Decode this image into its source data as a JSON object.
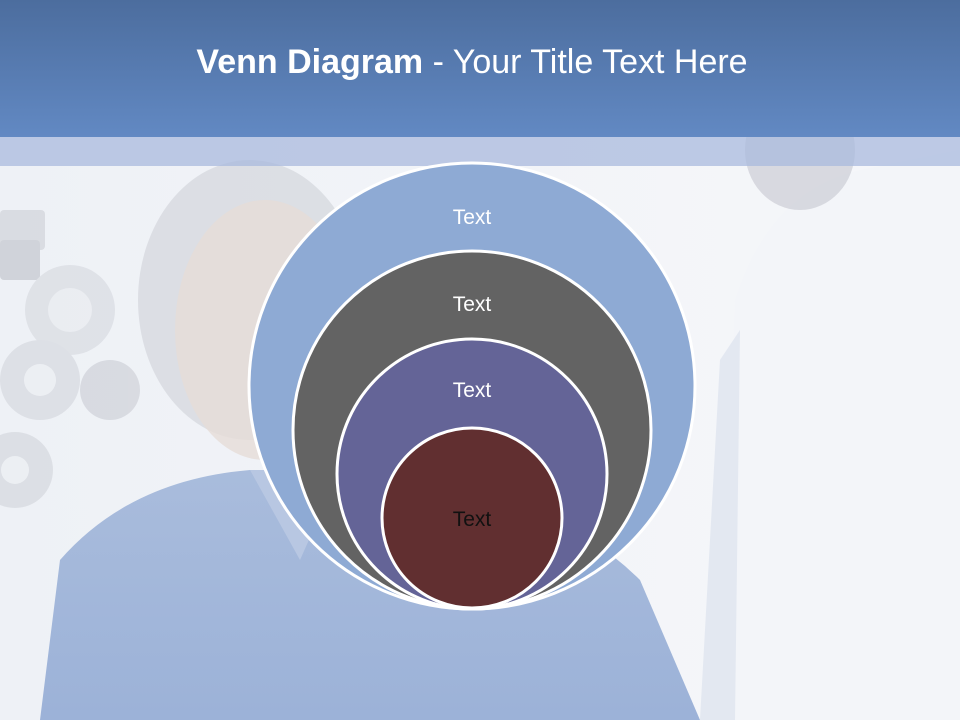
{
  "slide": {
    "title_bold": "Venn Diagram",
    "title_rest": " - Your Title Text Here"
  },
  "diagram": {
    "type": "nested-circles",
    "circles": [
      {
        "label": "Text",
        "fill": "#8eaad4",
        "text_color": "#ffffff"
      },
      {
        "label": "Text",
        "fill": "#636363",
        "text_color": "#ffffff"
      },
      {
        "label": "Text",
        "fill": "#646497",
        "text_color": "#ffffff"
      },
      {
        "label": "Text",
        "fill": "#612f30",
        "text_color": "#111111"
      }
    ],
    "stroke": "#ffffff"
  },
  "colors": {
    "header": "#5b7fb6",
    "header_strip": "#b4c3e2"
  }
}
